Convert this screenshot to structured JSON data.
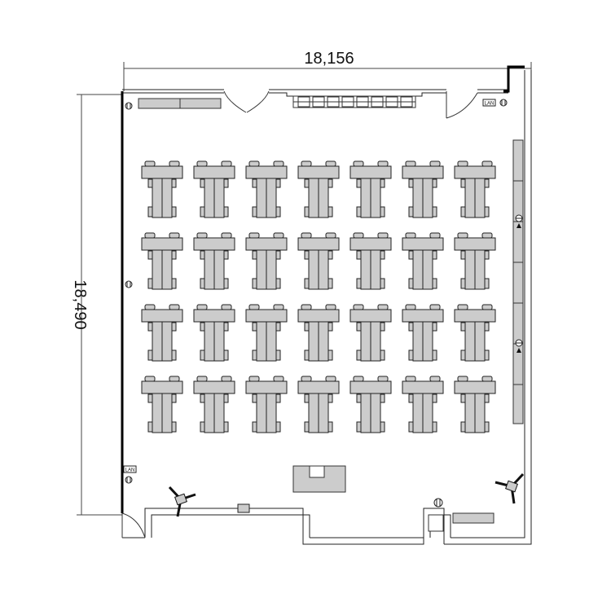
{
  "dimensions": {
    "width_label": "18,156",
    "height_label": "18,490"
  },
  "outlets": {
    "lan_label": "LAN"
  },
  "layout": {
    "desk_rows": 4,
    "desk_columns": 7
  },
  "colors": {
    "furniture_fill": "#cccccc",
    "line": "#222222",
    "wall": "#000000"
  }
}
